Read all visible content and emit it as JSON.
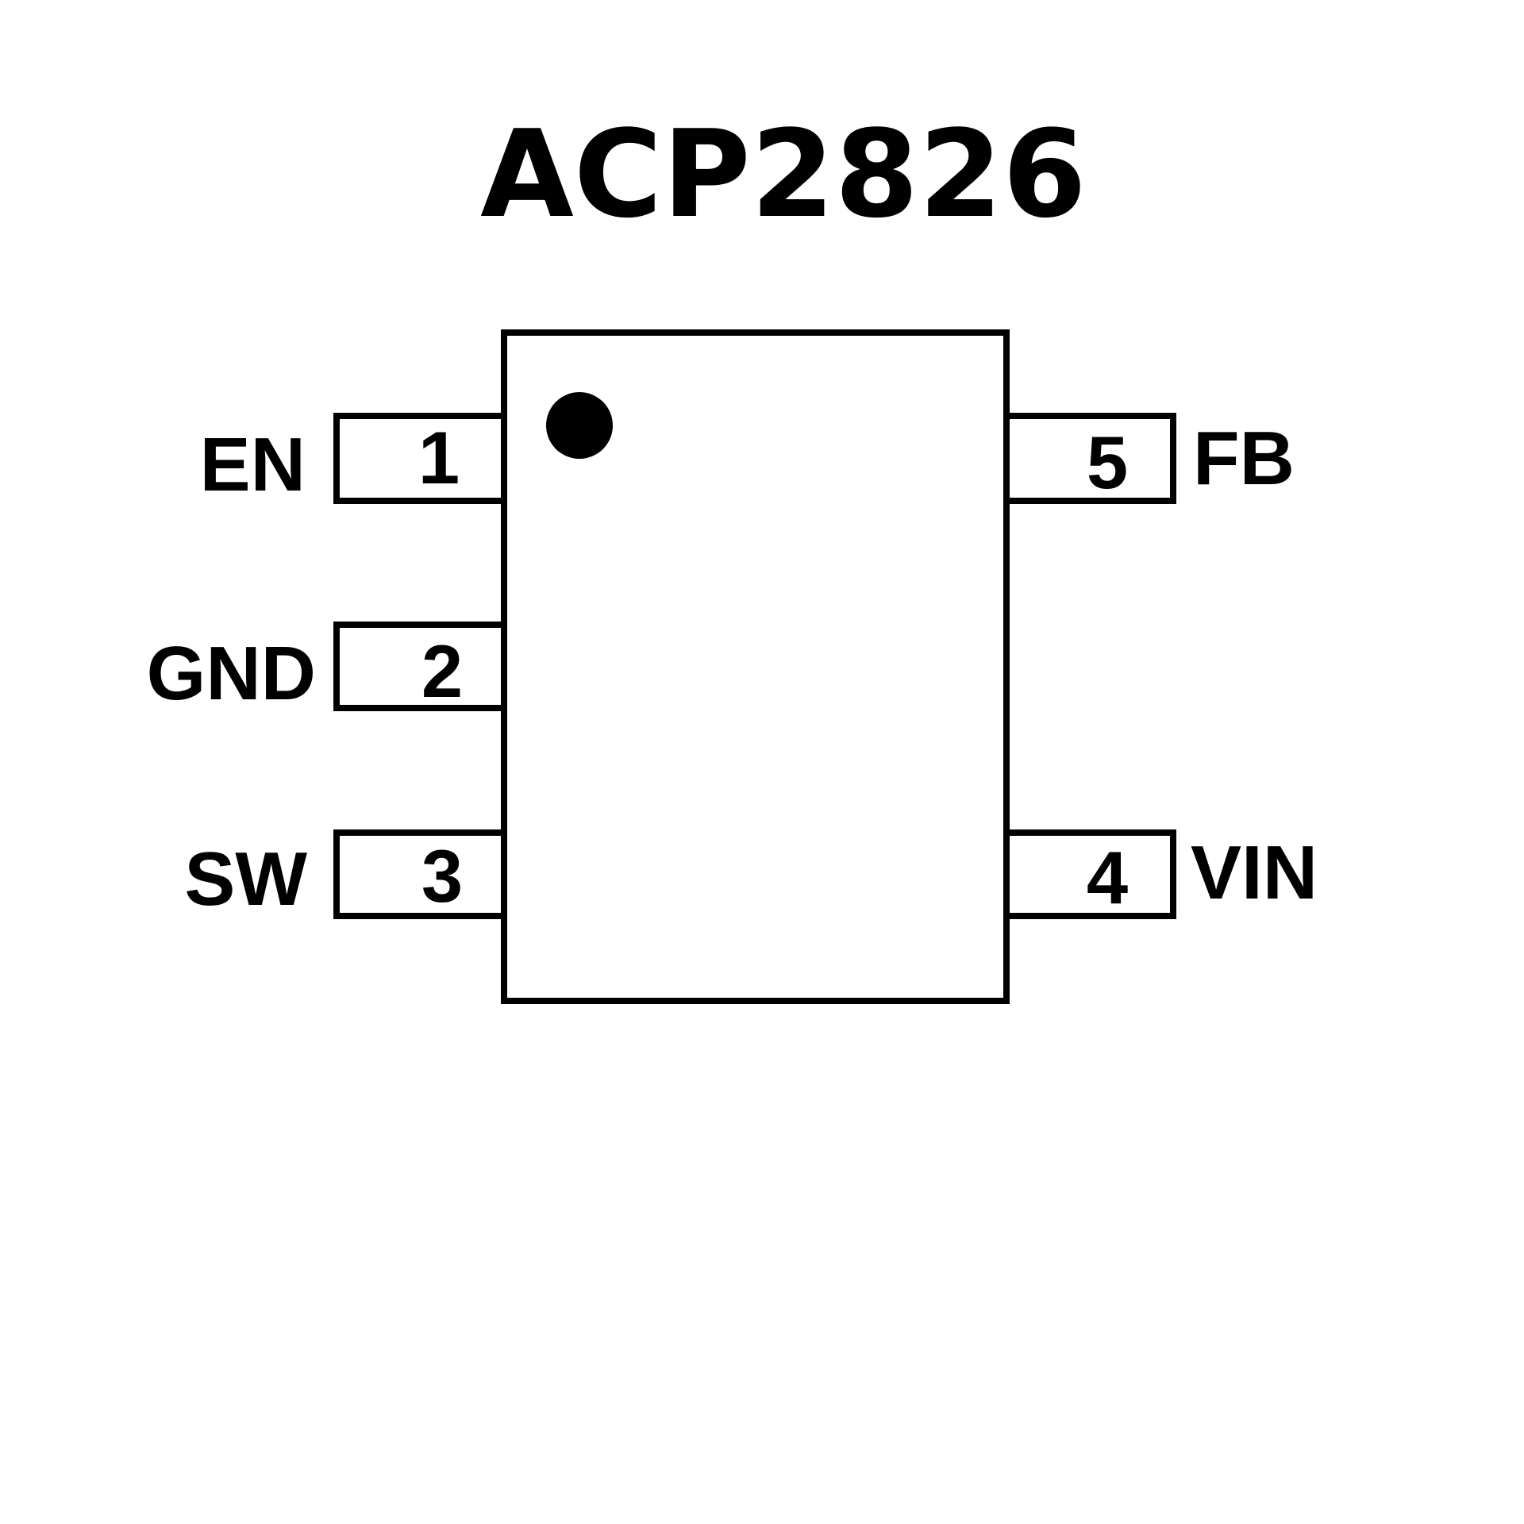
{
  "title": "ACP2826",
  "package": {
    "pin1_marker": "dot",
    "pins": [
      {
        "number": "1",
        "name": "EN",
        "side": "left"
      },
      {
        "number": "2",
        "name": "GND",
        "side": "left"
      },
      {
        "number": "3",
        "name": "SW",
        "side": "left"
      },
      {
        "number": "4",
        "name": "VIN",
        "side": "right"
      },
      {
        "number": "5",
        "name": "FB",
        "side": "right"
      }
    ]
  },
  "colors": {
    "line": "#000000",
    "background": "#ffffff"
  }
}
